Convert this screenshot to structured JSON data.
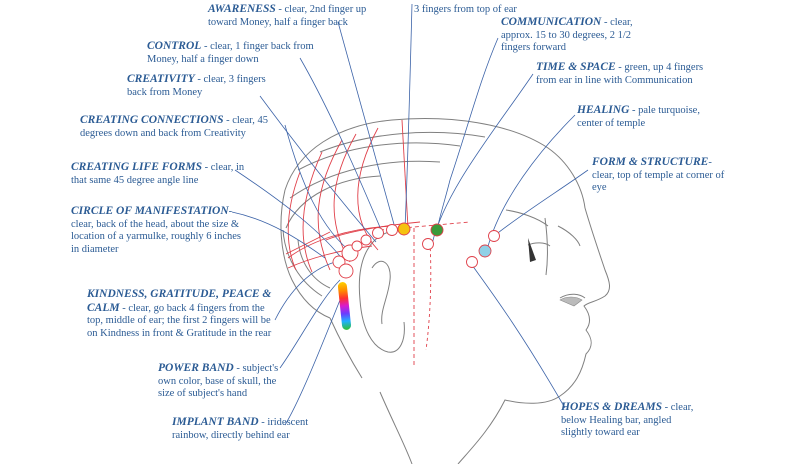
{
  "labels": [
    {
      "id": "awareness",
      "title": "AWARENESS",
      "sep": " - ",
      "desc": "clear, 2nd finger up toward Money, half a finger back"
    },
    {
      "id": "top",
      "title": "",
      "sep": "",
      "desc": "3 fingers from top of ear"
    },
    {
      "id": "communication",
      "title": "COMMUNICATION",
      "sep": " - ",
      "desc": "clear, approx. 15 to 30 degrees, 2 1/2 fingers forward"
    },
    {
      "id": "control",
      "title": "CONTROL",
      "sep": " - ",
      "desc": "clear, 1 finger back from Money, half a finger down"
    },
    {
      "id": "time",
      "title": "TIME & SPACE",
      "sep": " - ",
      "desc": "green, up 4 fingers from ear in line with Communication"
    },
    {
      "id": "creativity",
      "title": "CREATIVITY",
      "sep": " - ",
      "desc": "clear, 3 fingers back from Money"
    },
    {
      "id": "healing",
      "title": "HEALING",
      "sep": " - ",
      "desc": "pale turquoise, center of temple"
    },
    {
      "id": "connections",
      "title": "CREATING CONNECTIONS",
      "sep": " - ",
      "desc": "clear, 45 degrees down and back from Creativity"
    },
    {
      "id": "form",
      "title": "FORM & STRUCTURE",
      "sep": "",
      "desc": "-clear, top of temple at corner of eye"
    },
    {
      "id": "lifeforms",
      "title": "CREATING LIFE FORMS",
      "sep": " - ",
      "desc": "clear, in that same 45 degree angle line"
    },
    {
      "id": "circle",
      "title": "CIRCLE OF MANIFESTATION",
      "sep": "",
      "desc": "-clear, back of the head, about the size & location of a yarmulke, roughly 6 inches in diameter"
    },
    {
      "id": "kindness",
      "title": "KINDNESS, GRATITUDE, PEACE & CALM",
      "sep": " - ",
      "desc": "clear, go back 4 fingers from the top, middle of ear; the first 2 fingers will be on Kindness in front & Gratitude in the rear"
    },
    {
      "id": "power",
      "title": "POWER BAND",
      "sep": " - ",
      "desc": "subject's own color, base of skull, the size of subject's hand"
    },
    {
      "id": "hopes",
      "title": "HOPES & DREAMS",
      "sep": " - ",
      "desc": "clear, below Healing bar, angled slightly toward ear"
    },
    {
      "id": "implant",
      "title": "IMPLANT BAND",
      "sep": " - ",
      "desc": "iridescent rainbow, directly behind ear"
    }
  ],
  "colors": {
    "label_text": "#2b5b94",
    "leader_line": "#3c63a8",
    "head_outline": "#808080",
    "red_markers": "#e0404a",
    "awareness_fill": "#f5c20f",
    "time_space_fill": "#3a9a3a",
    "healing_fill": "#8fd0e6"
  }
}
